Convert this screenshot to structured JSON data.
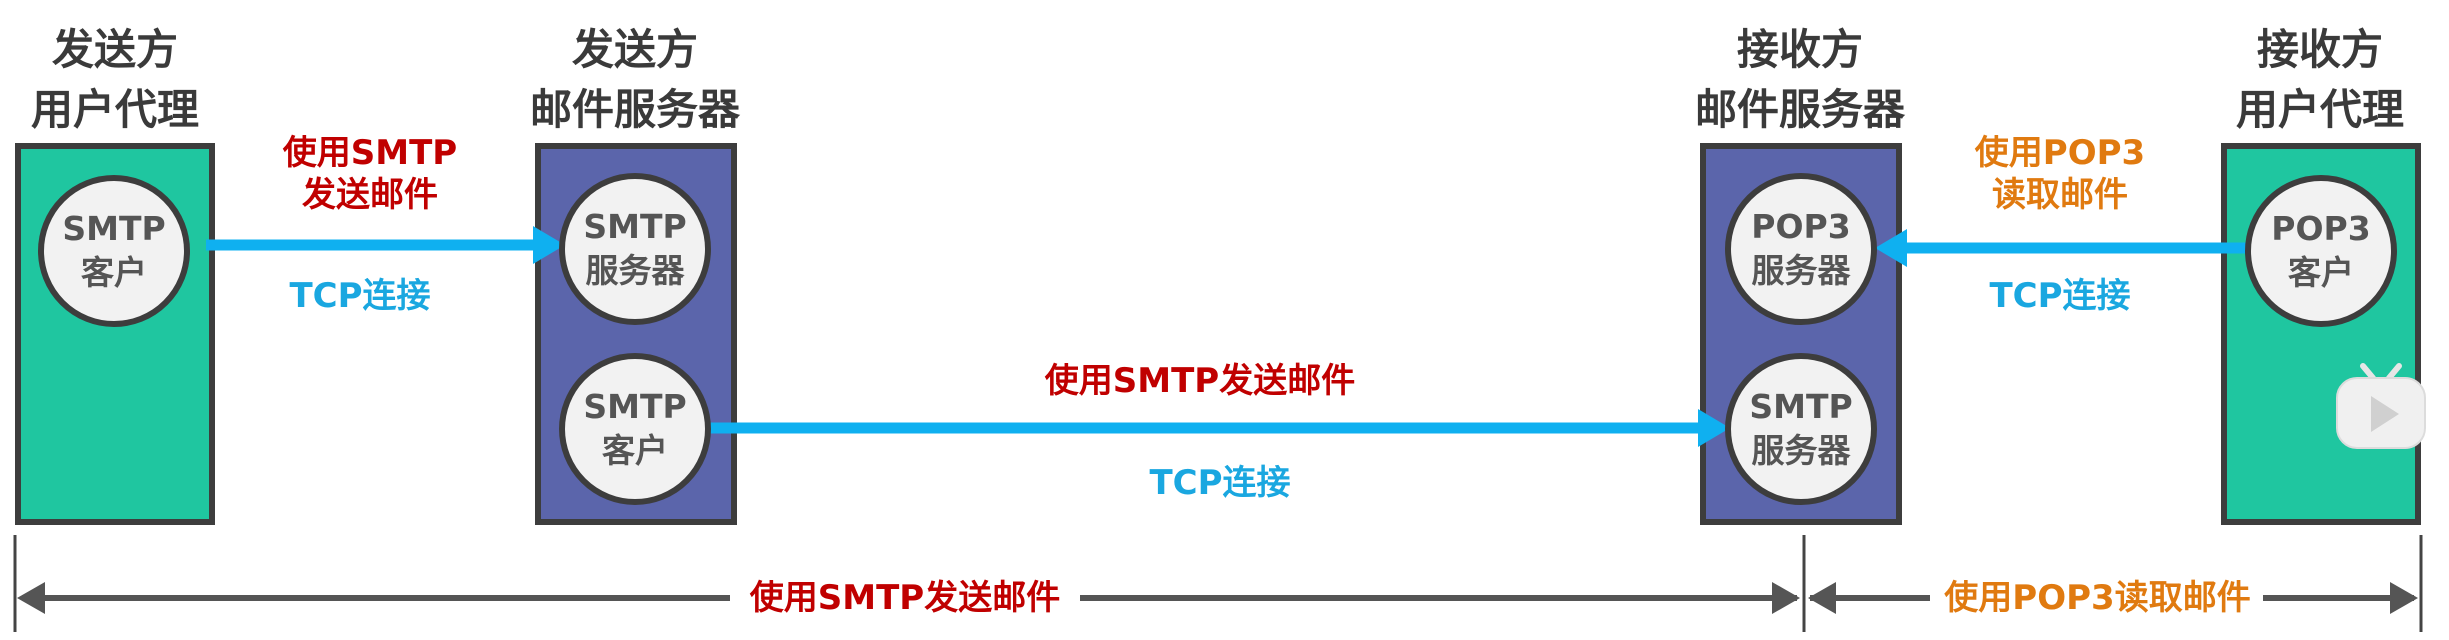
{
  "columns": {
    "sender_ua": {
      "title": [
        "发送方",
        "用户代理"
      ]
    },
    "sender_server": {
      "title": [
        "发送方",
        "邮件服务器"
      ]
    },
    "receiver_server": {
      "title": [
        "接收方",
        "邮件服务器"
      ]
    },
    "receiver_ua": {
      "title": [
        "接收方",
        "用户代理"
      ]
    }
  },
  "nodes": {
    "sender_ua_smtp_client": [
      "SMTP",
      "客户"
    ],
    "sender_server_smtp_server": [
      "SMTP",
      "服务器"
    ],
    "sender_server_smtp_client": [
      "SMTP",
      "客户"
    ],
    "receiver_server_pop3_server": [
      "POP3",
      "服务器"
    ],
    "receiver_server_smtp_server": [
      "SMTP",
      "服务器"
    ],
    "receiver_ua_pop3_client": [
      "POP3",
      "客户"
    ]
  },
  "links": {
    "ua_to_server": {
      "action": [
        "使用SMTP",
        "发送邮件"
      ],
      "transport": "TCP连接"
    },
    "server_to_server": {
      "action": "使用SMTP发送邮件",
      "transport": "TCP连接"
    },
    "server_to_ua": {
      "action": [
        "使用POP3",
        "读取邮件"
      ],
      "transport": "TCP连接"
    }
  },
  "spans": {
    "smtp_span": "使用SMTP发送邮件",
    "pop3_span": "使用POP3读取邮件"
  },
  "colors": {
    "green_box": "#1fc6a0",
    "blue_box": "#5b65ab",
    "arrow": "#0fb0f0",
    "smtp_label": "#c00000",
    "pop3_label": "#e07a10",
    "tcp_label": "#1aa7e0"
  },
  "overlay_icon": "bilibili-play-icon"
}
